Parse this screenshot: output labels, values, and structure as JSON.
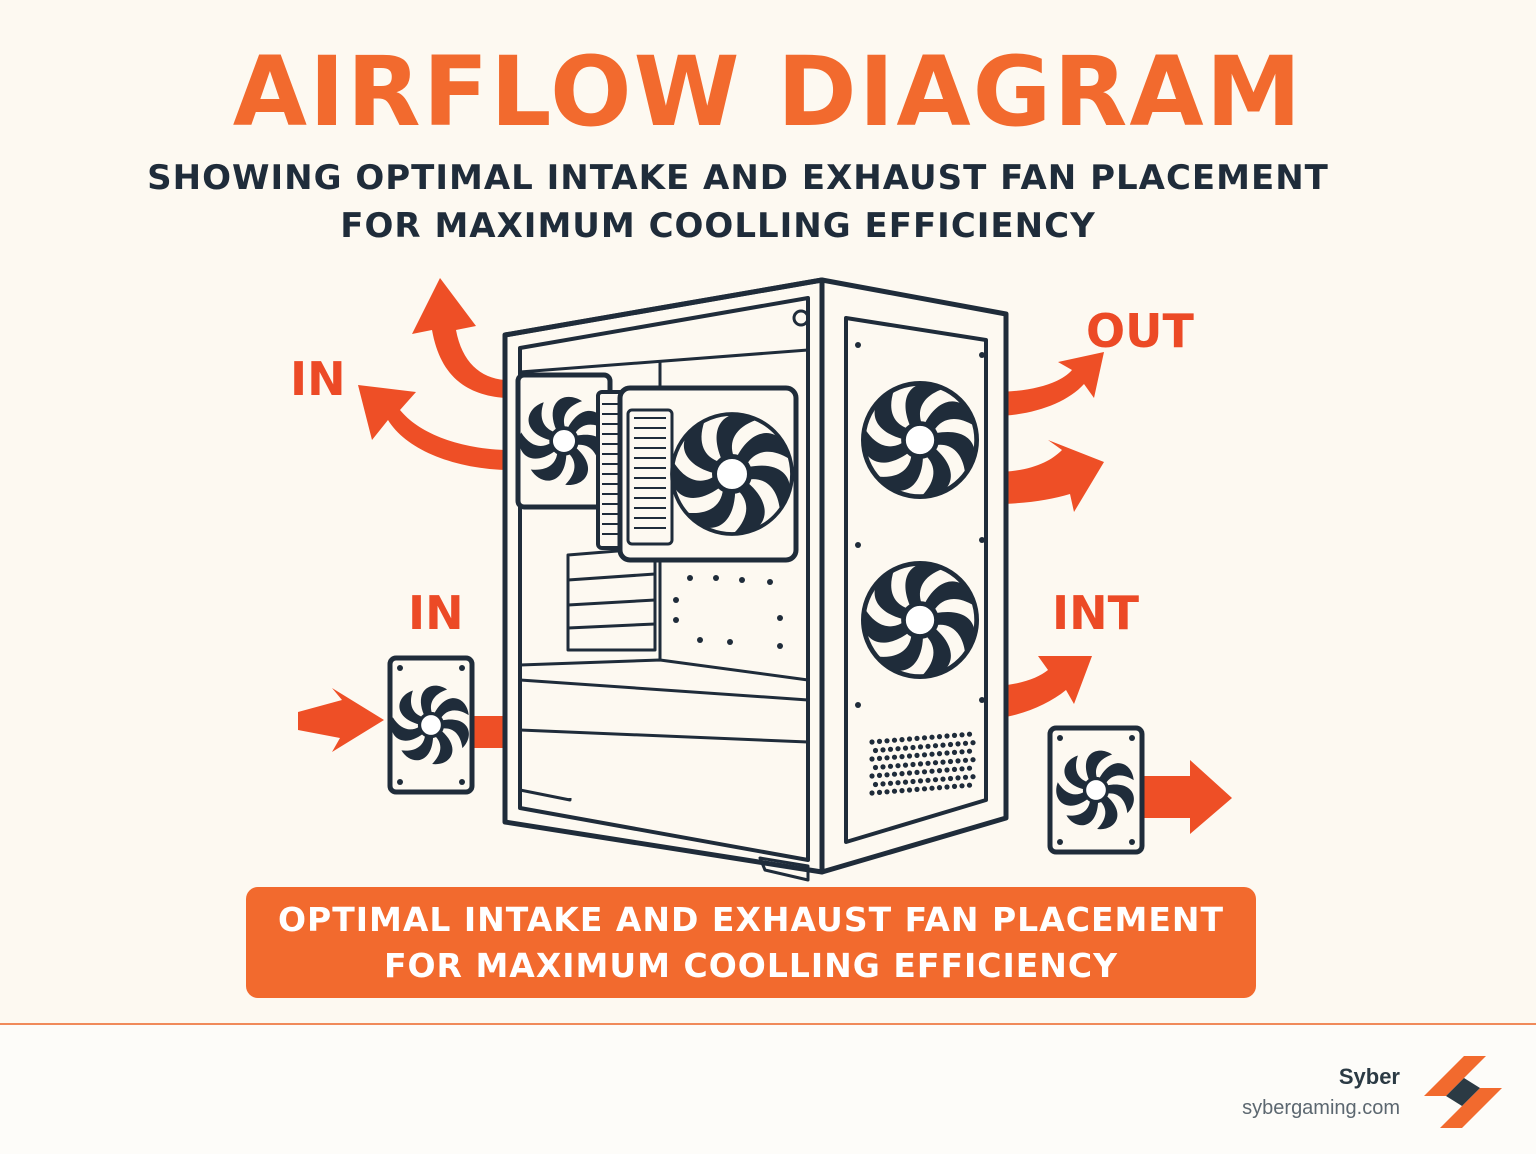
{
  "title": "AIRFLOW DIAGRAM",
  "subtitle_line1": "SHOWING OPTIMAL INTAKE AND EXHAUST FAN PLACEMENT",
  "subtitle_line2": "FOR MAXIMUM COOLLING EFFICIENCY",
  "labels": {
    "in_top": "IN",
    "in_bottom": "IN",
    "out": "OUT",
    "int": "INT"
  },
  "banner_line1": "OPTIMAL INTAKE AND EXHAUST FAN PLACEMENT",
  "banner_line2": "FOR MAXIMUM COOLLING EFFICIENCY",
  "footer": {
    "brand": "Syber",
    "url": "sybergaming.com"
  },
  "colors": {
    "accent": "#f26a2e",
    "arrow": "#ec4a26",
    "ink": "#1f2c3a"
  },
  "icons": [
    "fan-icon",
    "arrow-icon",
    "syber-logo-icon"
  ]
}
